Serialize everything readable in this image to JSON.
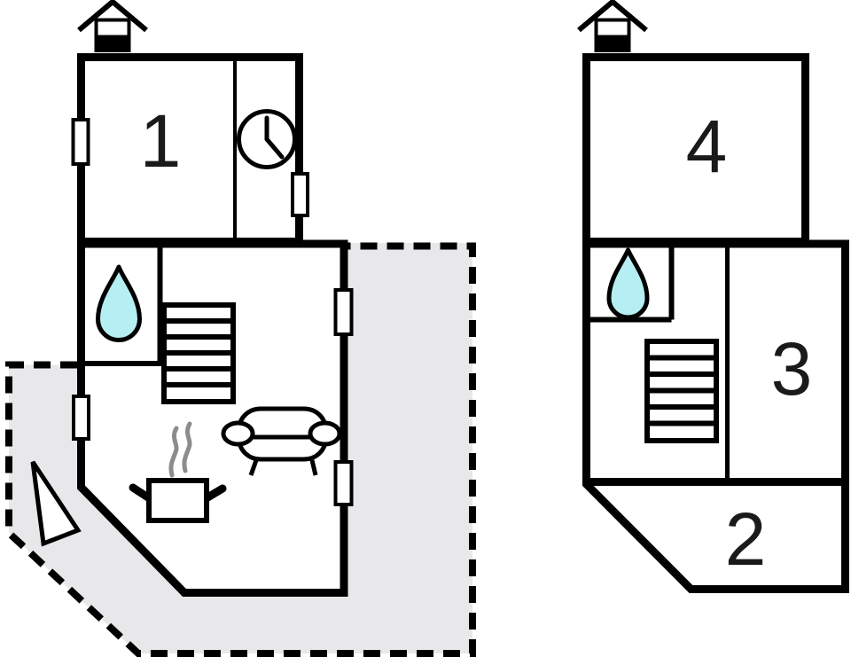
{
  "colors": {
    "wall": "#000000",
    "background": "#ffffff",
    "terrace_fill": "#e8e8ea",
    "water_fill": "#b6eff3",
    "steam_stroke": "#8c8c8c"
  },
  "ground_floor": {
    "rooms": [
      {
        "id": "room-1",
        "label": "1"
      }
    ],
    "icons": [
      "chimney-icon",
      "clock-icon",
      "water-drop-icon",
      "stairs-icon",
      "sofa-icon",
      "steam-icon",
      "cooking-pot-icon",
      "terrace-triangle-icon"
    ]
  },
  "upper_floor": {
    "rooms": [
      {
        "id": "room-4",
        "label": "4"
      },
      {
        "id": "room-3",
        "label": "3"
      },
      {
        "id": "room-2",
        "label": "2"
      }
    ],
    "icons": [
      "chimney-icon",
      "water-drop-icon",
      "stairs-icon"
    ]
  }
}
